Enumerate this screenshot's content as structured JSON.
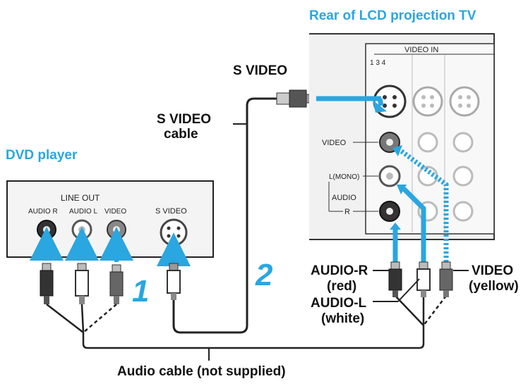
{
  "title": "Rear of LCD projection TV",
  "dvd": {
    "title": "DVD player",
    "line_out": "LINE OUT",
    "audio_r": "AUDIO R",
    "audio_l": "AUDIO L",
    "video": "VIDEO",
    "s_video": "S VIDEO"
  },
  "tv": {
    "video_in": "VIDEO IN",
    "inputs": "1 3 4",
    "video": "VIDEO",
    "l_mono": "L(MONO)",
    "audio": "AUDIO",
    "r": "R"
  },
  "labels": {
    "s_video": "S VIDEO",
    "s_video_cable_1": "S VIDEO",
    "s_video_cable_2": "cable",
    "audio_r_1": "AUDIO-R",
    "audio_r_2": "(red)",
    "audio_l_1": "AUDIO-L",
    "audio_l_2": "(white)",
    "video_1": "VIDEO",
    "video_2": "(yellow)",
    "audio_cable": "Audio cable (not supplied)",
    "step_1": "1",
    "step_2": "2"
  },
  "colors": {
    "accent": "#2aa6e0",
    "line": "#111111"
  }
}
